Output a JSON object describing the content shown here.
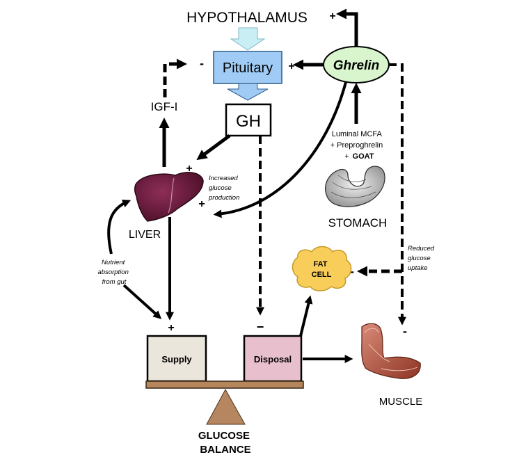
{
  "labels": {
    "hypothalamus": "HYPOTHALAMUS",
    "pituitary": "Pituitary",
    "ghrelin": "Ghrelin",
    "gh": "GH",
    "igf": "IGF-I",
    "liver": "LIVER",
    "stomach": "STOMACH",
    "fat_cell_line1": "FAT",
    "fat_cell_line2": "CELL",
    "muscle": "MUSCLE",
    "supply": "Supply",
    "disposal": "Disposal",
    "glucose_line1": "GLUCOSE",
    "glucose_line2": "BALANCE"
  },
  "annotations": {
    "increased_line1": "Increased",
    "increased_line2": "glucose",
    "increased_line3": "production",
    "nutrient_line1": "Nutrient",
    "nutrient_line2": "absorption",
    "nutrient_line3": "from gut",
    "reduced_line1": "Reduced",
    "reduced_line2": "glucose",
    "reduced_line3": "uptake",
    "mcfa_line1": "Luminal MCFA",
    "mcfa_line2": "+ Preproghrelin",
    "mcfa_line3_plus": "+",
    "mcfa_line3_goat": "GOAT"
  },
  "signs": {
    "hypothalamus_plus": "+",
    "pituitary_plus": "+",
    "igf_minus": "-",
    "liver_plus_top": "+",
    "liver_plus_side": "+",
    "supply_plus": "+",
    "disposal_minus": "−",
    "fat_minus": "-",
    "muscle_minus": "-"
  },
  "colors": {
    "pituitary_fill": "#9fcbf4",
    "ghrelin_fill": "#d9f5cd",
    "fat_fill": "#f8cd5a",
    "supply_fill": "#ebe6db",
    "disposal_fill": "#e8bfcd",
    "beam_fill": "#b5855b",
    "fulcrum_fill": "#b58660",
    "liver_fill": "#6b1a3c",
    "hypothalamus_arrow_fill": "#c9eef3"
  }
}
